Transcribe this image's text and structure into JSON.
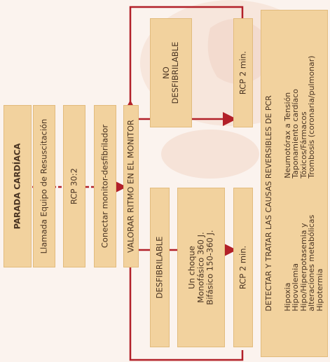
{
  "colors": {
    "box_fill": "#f2d29e",
    "connector": "#b22029",
    "background_tint": "#f9ece4"
  },
  "boxes": {
    "parada": "PARADA CARDÍACA",
    "llamada": "Llamada Equipo de Resuscitación",
    "rcp302": "RCP 30:2",
    "conectar": "Conectar monitor-desfibrilador",
    "valorar": "VALORAR  RITMO EN EL MONITOR",
    "no_desfib": [
      "NO",
      "DESFIBRILABLE"
    ],
    "desfib": "DESFIBRILABLE",
    "choque": [
      "Un choque",
      "Monofásico 360 J.",
      "Bifásico 150-360 J."
    ],
    "rcp_top": "RCP 2 min.",
    "rcp_bottom": "RCP 2 min."
  },
  "causes": {
    "title": "DETECTAR Y TRATAR LAS CAUSAS REVERSIBLES DE PCR",
    "left": [
      "Hipoxia",
      "Hipovolemia",
      "Hipo/Hiperpotasemia y",
      "alteraciones metabólicas",
      "Hipotermia"
    ],
    "right": [
      "Neumotórax a Tensión",
      "Taponamiento cardíaco",
      "Tóxicos/Fármacos",
      "Trombosis (coronaria/pulmonar)"
    ]
  }
}
